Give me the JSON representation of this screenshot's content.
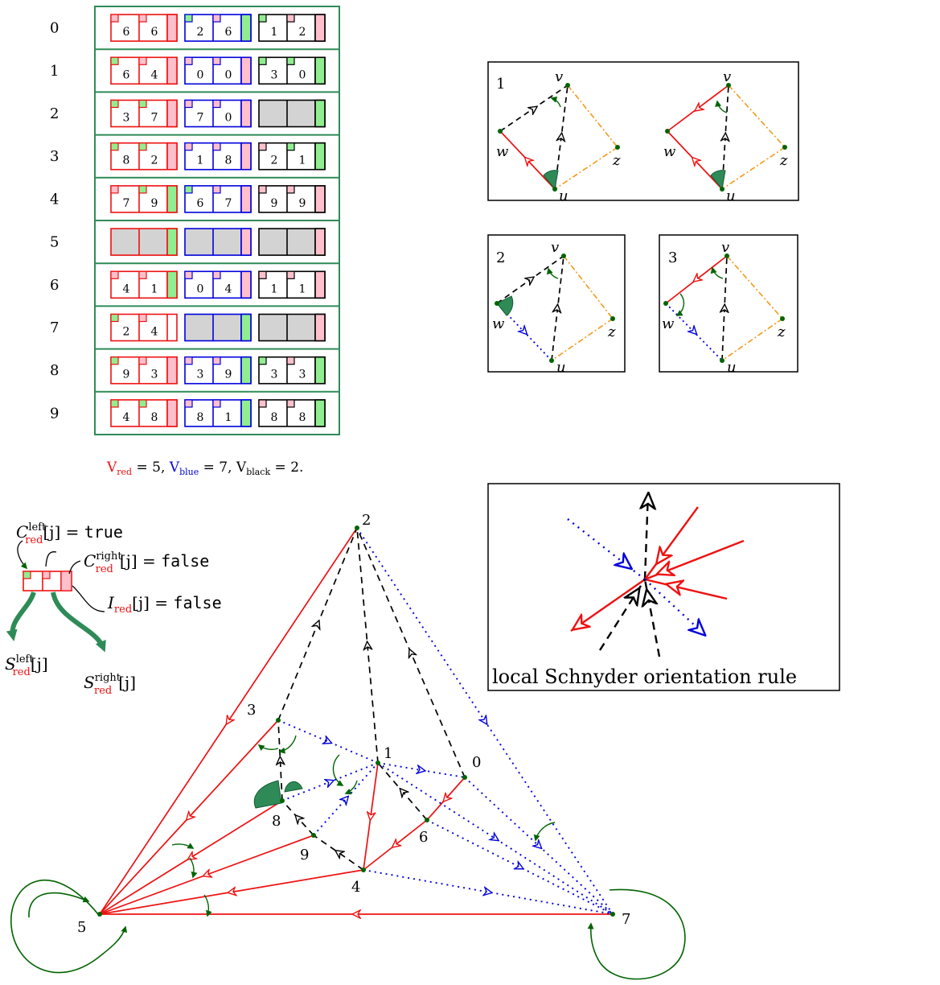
{
  "colors": {
    "red": "#ee1111",
    "blue": "#0000dd",
    "black": "#000000",
    "orange": "#f39a1a",
    "green": "#006400",
    "dark_green": "#2e8b57",
    "table_border": "#2e8b57",
    "cell_gray": "#d3d3d3",
    "flag_green": "#90ee90",
    "flag_pink": "#ffc0cb"
  },
  "table": {
    "row_labels": [
      "0",
      "1",
      "2",
      "3",
      "4",
      "5",
      "6",
      "7",
      "8",
      "9"
    ],
    "rows": [
      {
        "red": {
          "left": "6",
          "right": "6",
          "lflag": "pink",
          "rflag": "pink",
          "ind": "pink",
          "empty": false
        },
        "blue": {
          "left": "2",
          "right": "6",
          "lflag": "green",
          "rflag": "pink",
          "ind": "green",
          "empty": false
        },
        "black": {
          "left": "1",
          "right": "2",
          "lflag": "green",
          "rflag": "pink",
          "ind": "pink",
          "empty": false
        }
      },
      {
        "red": {
          "left": "6",
          "right": "4",
          "lflag": "green",
          "rflag": "pink",
          "ind": "pink",
          "empty": false
        },
        "blue": {
          "left": "0",
          "right": "0",
          "lflag": "pink",
          "rflag": "pink",
          "ind": "pink",
          "empty": false
        },
        "black": {
          "left": "3",
          "right": "0",
          "lflag": "green",
          "rflag": "green",
          "ind": "green",
          "empty": false
        }
      },
      {
        "red": {
          "left": "3",
          "right": "7",
          "lflag": "green",
          "rflag": "green",
          "ind": "pink",
          "empty": false
        },
        "blue": {
          "left": "7",
          "right": "0",
          "lflag": "pink",
          "rflag": "pink",
          "ind": "pink",
          "empty": false
        },
        "black": {
          "empty": true,
          "ind": "green"
        }
      },
      {
        "red": {
          "left": "8",
          "right": "2",
          "lflag": "green",
          "rflag": "green",
          "ind": "pink",
          "empty": false
        },
        "blue": {
          "left": "1",
          "right": "8",
          "lflag": "pink",
          "rflag": "pink",
          "ind": "pink",
          "empty": false
        },
        "black": {
          "left": "2",
          "right": "1",
          "lflag": "pink",
          "rflag": "green",
          "ind": "green",
          "empty": false
        }
      },
      {
        "red": {
          "left": "7",
          "right": "9",
          "lflag": "pink",
          "rflag": "green",
          "ind": "green",
          "empty": false
        },
        "blue": {
          "left": "6",
          "right": "7",
          "lflag": "green",
          "rflag": "pink",
          "ind": "pink",
          "empty": false
        },
        "black": {
          "left": "9",
          "right": "9",
          "lflag": "pink",
          "rflag": "pink",
          "ind": "pink",
          "empty": false
        }
      },
      {
        "red": {
          "empty": true,
          "ind": "green"
        },
        "blue": {
          "empty": true,
          "ind": "pink"
        },
        "black": {
          "empty": true,
          "ind": "pink"
        }
      },
      {
        "red": {
          "left": "4",
          "right": "1",
          "lflag": "pink",
          "rflag": "pink",
          "ind": "green",
          "empty": false
        },
        "blue": {
          "left": "0",
          "right": "4",
          "lflag": "pink",
          "rflag": "pink",
          "ind": "pink",
          "empty": false
        },
        "black": {
          "left": "1",
          "right": "1",
          "lflag": "pink",
          "rflag": "pink",
          "ind": "pink",
          "empty": false
        }
      },
      {
        "red": {
          "left": "2",
          "right": "4",
          "lflag": "green",
          "rflag": "pink",
          "ind": null,
          "empty": false
        },
        "blue": {
          "empty": true,
          "ind": "green"
        },
        "black": {
          "empty": true,
          "ind": "pink"
        }
      },
      {
        "red": {
          "left": "9",
          "right": "3",
          "lflag": "green",
          "rflag": "pink",
          "ind": "pink",
          "empty": false
        },
        "blue": {
          "left": "3",
          "right": "9",
          "lflag": "pink",
          "rflag": "pink",
          "ind": "green",
          "empty": false
        },
        "black": {
          "left": "3",
          "right": "3",
          "lflag": "green",
          "rflag": "pink",
          "ind": "green",
          "empty": false
        }
      },
      {
        "red": {
          "left": "4",
          "right": "8",
          "lflag": "green",
          "rflag": "green",
          "ind": "pink",
          "empty": false
        },
        "blue": {
          "left": "8",
          "right": "1",
          "lflag": "pink",
          "rflag": "pink",
          "ind": "green",
          "empty": false
        },
        "black": {
          "left": "8",
          "right": "8",
          "lflag": "pink",
          "rflag": "pink",
          "ind": "green",
          "empty": false
        }
      }
    ]
  },
  "root_labels": {
    "v_red": "V",
    "red_sub": "red",
    "eq_red": " = 5, ",
    "v_blue": "V",
    "blue_sub": "blue",
    "eq_blue": " = 7, ",
    "v_black": "V",
    "black_sub": "black",
    "eq_black": " = 2."
  },
  "legend": {
    "c_left_sym": "C",
    "c_left_sup": "left",
    "c_left_sub": "red",
    "c_left_rest": "[j] = ",
    "c_left_val": "true",
    "c_right_sym": "C",
    "c_right_sup": "right",
    "c_right_sub": "red",
    "c_right_rest": "[j] = ",
    "c_right_val": "false",
    "i_sym": "I",
    "i_sub": "red",
    "i_rest": "[j] = ",
    "i_val": "false",
    "s_left_sym": "S",
    "s_left_sup": "left",
    "s_left_sub": "red",
    "s_left_rest": "[j]",
    "s_right_sym": "S",
    "s_right_sup": "right",
    "s_right_sub": "red",
    "s_right_rest": "[j]"
  },
  "cases": {
    "case1_number": "1",
    "case2_number": "2",
    "case3_number": "3",
    "u": "u",
    "v": "v",
    "w": "w",
    "z": "z"
  },
  "schnyder": {
    "caption": "local Schnyder orientation rule"
  },
  "graph": {
    "vertex_labels": {
      "n0": "0",
      "n1": "1",
      "n2": "2",
      "n3": "3",
      "n4": "4",
      "n5": "5",
      "n6": "6",
      "n7": "7",
      "n8": "8",
      "n9": "9"
    }
  }
}
